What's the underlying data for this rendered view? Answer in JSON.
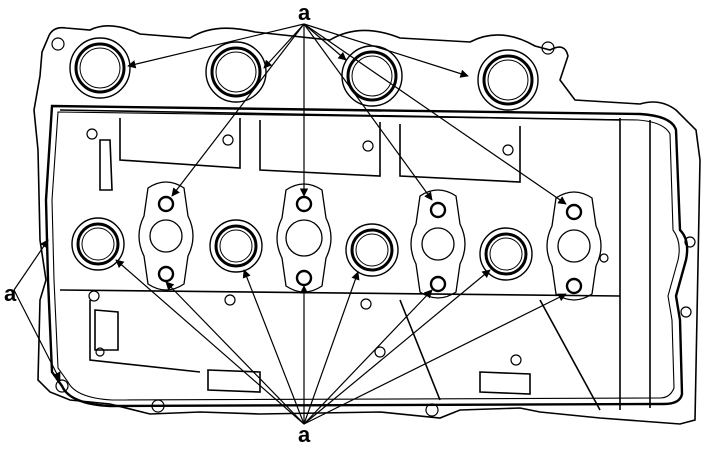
{
  "labels": {
    "top": "a",
    "left": "a",
    "bottom": "a"
  },
  "colors": {
    "line": "#000000",
    "background": "#ffffff"
  },
  "icons": {
    "subject": "cylinder-head-cover-gasket-icon"
  }
}
